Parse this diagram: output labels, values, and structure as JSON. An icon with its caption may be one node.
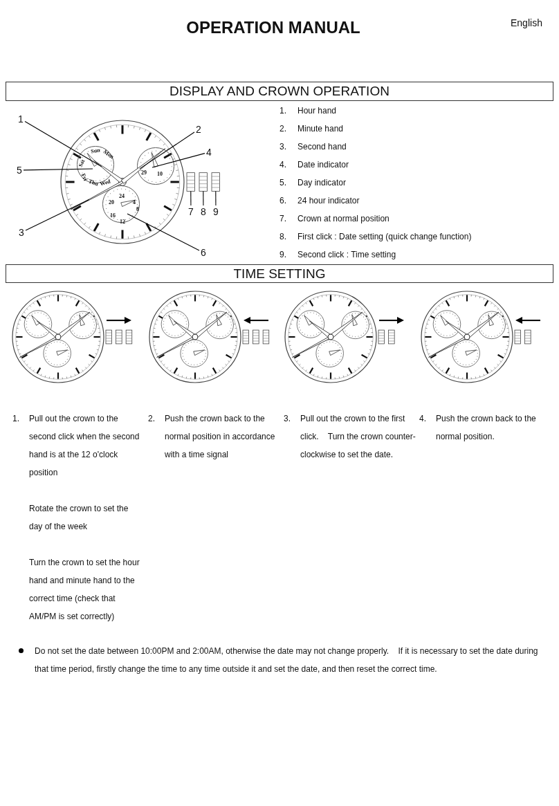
{
  "diagram": {
    "title": "OPERATION MANUAL",
    "nodes": [
      {
        "text": [
          "DISPLAY AND CROWN OPERATION"
        ]
      },
      {
        "text": [
          "TIME SETTING"
        ]
      },
      {
        "text": [
          "1"
        ]
      },
      {
        "text": [
          "2"
        ]
      },
      {
        "text": [
          "3"
        ]
      },
      {
        "text": [
          "4"
        ]
      },
      {
        "text": [
          "5"
        ]
      },
      {
        "text": [
          "6"
        ]
      },
      {
        "text": [
          "7"
        ]
      },
      {
        "text": [
          "8"
        ]
      },
      {
        "text": [
          "9"
        ]
      },
      {
        "text": [],
        "shape": "hand"
      },
      {
        "text": [],
        "shape": "hand"
      },
      {
        "text": [],
        "shape": "hand"
      },
      {
        "text": [
          "29",
          "10"
        ]
      },
      {
        "text": [
          "Sat",
          "Sun",
          "Mon",
          "Fri",
          "Thu",
          "Wed"
        ]
      },
      {
        "text": [
          "24",
          "20",
          "4",
          "16",
          "8",
          "12"
        ]
      },
      {
        "text": [],
        "shape": "crown"
      },
      {
        "text": [],
        "shape": "crown"
      },
      {
        "text": [],
        "shape": "crown"
      }
    ],
    "edges": [
      {
        "from": 2,
        "to": 11,
        "arrow": "none"
      },
      {
        "from": 3,
        "to": 12,
        "arrow": "none"
      },
      {
        "from": 4,
        "to": 13,
        "arrow": "none"
      },
      {
        "from": 5,
        "to": 14,
        "arrow": "none"
      },
      {
        "from": 6,
        "to": 15,
        "arrow": "none"
      },
      {
        "from": 7,
        "to": 16,
        "arrow": "none"
      },
      {
        "from": 8,
        "to": 17,
        "arrow": "none"
      },
      {
        "from": 9,
        "to": 18,
        "arrow": "none"
      },
      {
        "from": 10,
        "to": 19,
        "arrow": "none"
      }
    ],
    "labels": [
      "English",
      "1.",
      "Hour hand",
      "2.",
      "Minute hand",
      "3.",
      "Second hand",
      "4.",
      "Date indicator",
      "5.",
      "Day indicator",
      "6.",
      "24 hour indicator",
      "7.",
      "Crown at normal position",
      "8.",
      "First click : Date setting (quick change function)",
      "9.",
      "Second click : Time setting",
      "1.",
      "Pull out the crown to the second click when the second hand is at the 12 o'clock position",
      "Rotate the crown to set the day of the week",
      "Turn the crown to set the hour hand and minute hand to the correct time (check that AM/PM is set correctly)",
      "2.",
      "Push the crown back to the normal position in accordance with a time signal",
      "3.",
      "Pull out the crown to the first click.    Turn the crown counter-clockwise to set the date.",
      "4.",
      "Push the crown back to the normal position.",
      "Do not set the date between 10:00PM and 2:00AM, otherwise the date may not change properly.    If it is necessary to set the date during that time period, firstly change the time to any time outside it and set the date, and then reset the correct time."
    ]
  }
}
